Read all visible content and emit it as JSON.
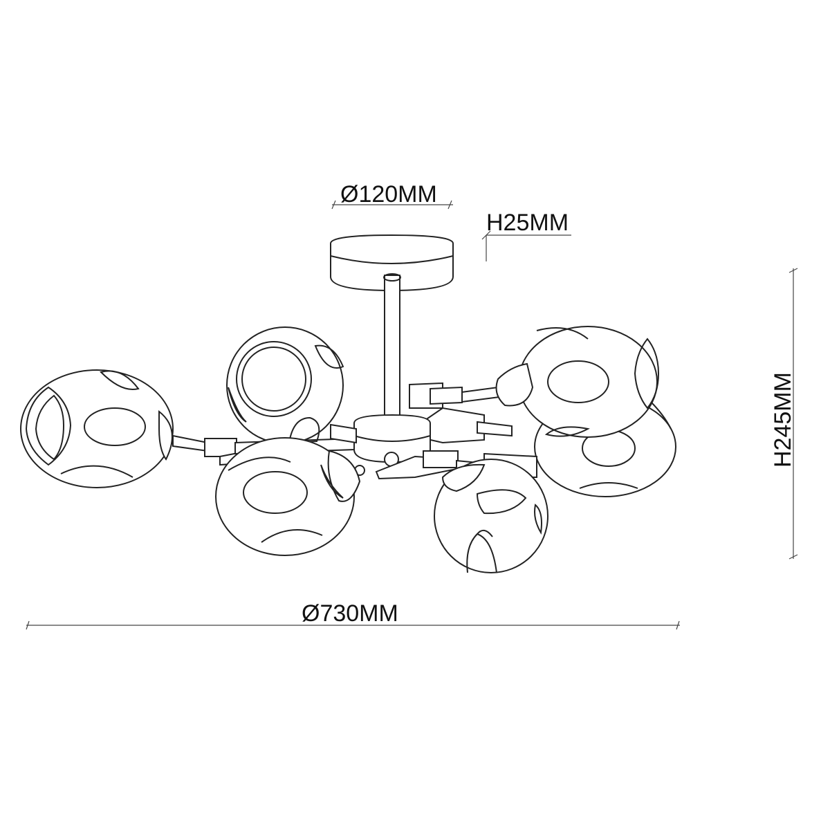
{
  "dimensions": {
    "canopy_diameter": "Ø120MM",
    "canopy_height": "H25MM",
    "total_height": "H245MM",
    "total_diameter": "Ø730MM"
  },
  "colors": {
    "line": "#222222",
    "background": "#ffffff"
  }
}
